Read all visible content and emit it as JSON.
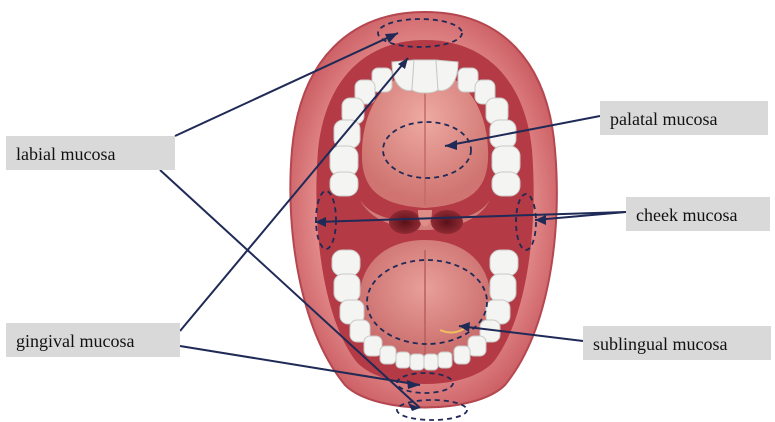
{
  "labels": {
    "labial": "labial mucosa",
    "gingival": "gingival mucosa",
    "palatal": "palatal mucosa",
    "cheek": "cheek mucosa",
    "sublingual": "sublingual mucosa"
  },
  "colors": {
    "lip": "#d9777a",
    "lip_shadow": "#b4474f",
    "inner_mouth": "#b43a45",
    "palate": "#e39a93",
    "tongue": "#d98785",
    "teeth": "#f4f4f2",
    "leader_line": "#1f2a57",
    "label_bg": "#d9d9d9"
  }
}
